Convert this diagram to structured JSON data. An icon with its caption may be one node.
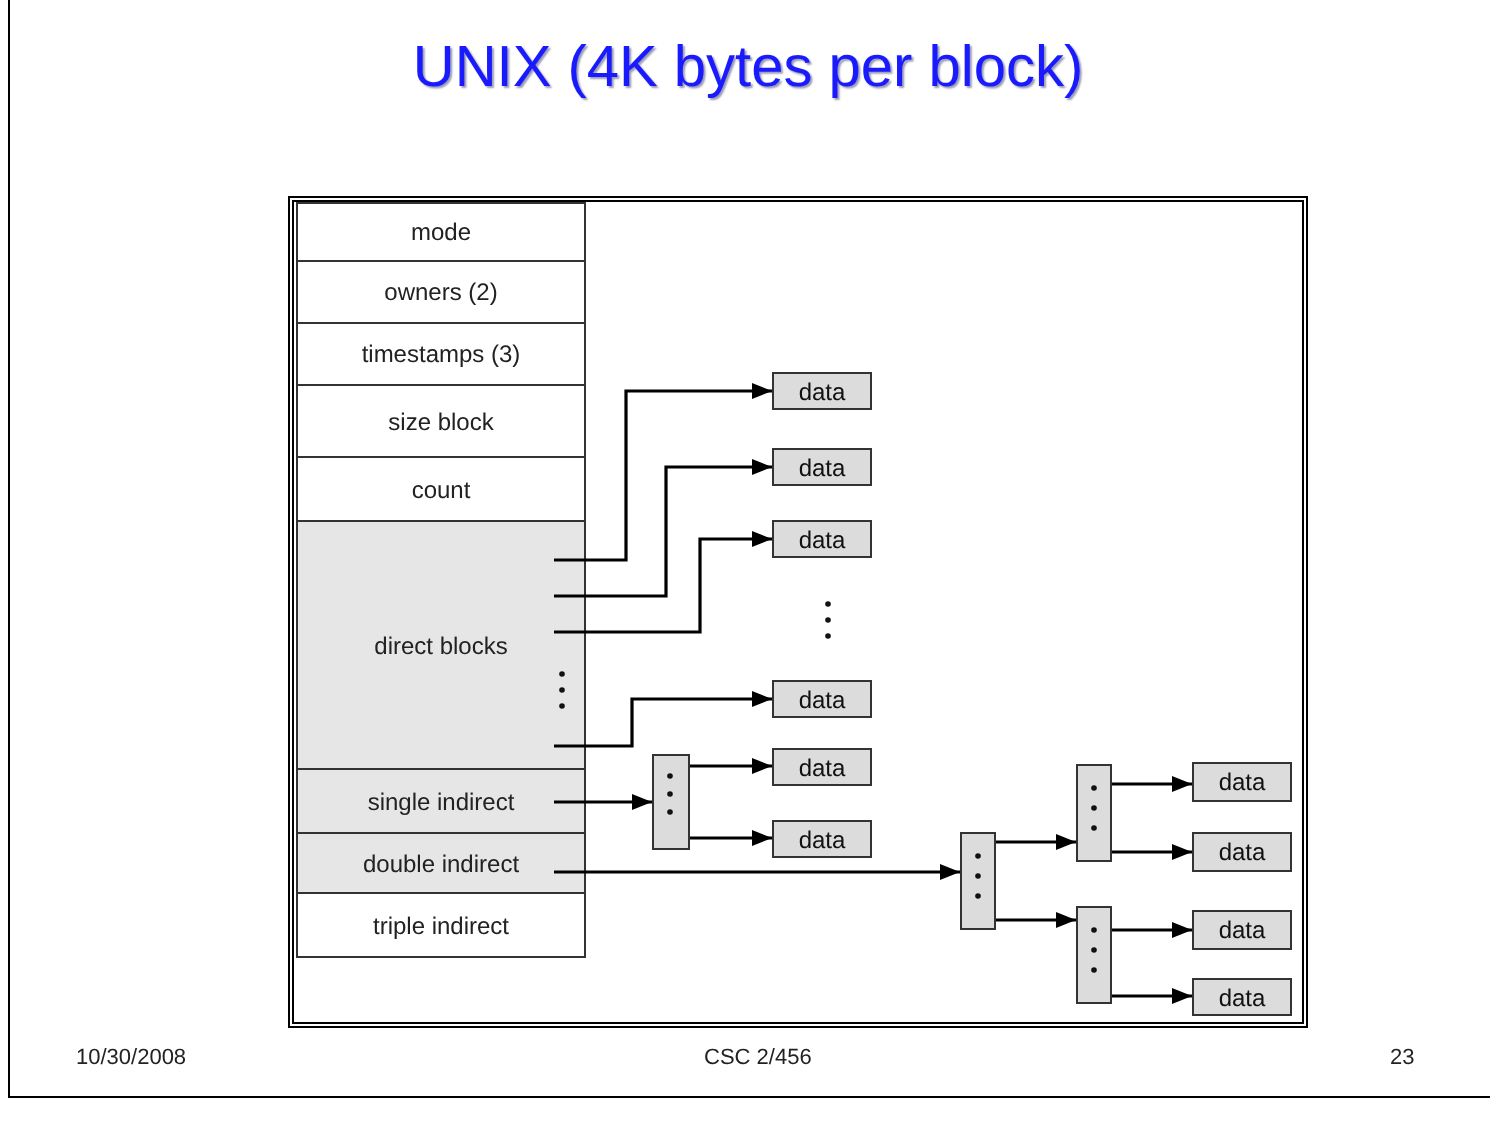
{
  "diagram": {
    "title": "UNIX (4K bytes per block)",
    "nodes": [
      {
        "text": [
          "mode"
        ]
      },
      {
        "text": [
          "owners (2)"
        ]
      },
      {
        "text": [
          "timestamps (3)"
        ]
      },
      {
        "text": [
          "size block"
        ]
      },
      {
        "text": [
          "count"
        ]
      },
      {
        "text": [
          "direct blocks"
        ]
      },
      {
        "text": [
          "single indirect"
        ]
      },
      {
        "text": [
          "double indirect"
        ]
      },
      {
        "text": [
          "triple indirect"
        ]
      },
      {
        "text": [
          "data"
        ]
      },
      {
        "text": [
          "data"
        ]
      },
      {
        "text": [
          "data"
        ]
      },
      {
        "text": [
          "data"
        ]
      },
      {
        "text": [],
        "shape": "box"
      },
      {
        "text": [
          "data"
        ]
      },
      {
        "text": [
          "data"
        ]
      },
      {
        "text": [],
        "shape": "box"
      },
      {
        "text": [],
        "shape": "box"
      },
      {
        "text": [],
        "shape": "box"
      },
      {
        "text": [
          "data"
        ]
      },
      {
        "text": [
          "data"
        ]
      },
      {
        "text": [
          "data"
        ]
      },
      {
        "text": [
          "data"
        ]
      }
    ],
    "edges": [
      {
        "from": 5,
        "to": 9,
        "arrow": "to"
      },
      {
        "from": 5,
        "to": 10,
        "arrow": "to"
      },
      {
        "from": 5,
        "to": 11,
        "arrow": "to"
      },
      {
        "from": 5,
        "to": 12,
        "arrow": "to"
      },
      {
        "from": 6,
        "to": 13,
        "arrow": "to"
      },
      {
        "from": 13,
        "to": 14,
        "arrow": "to"
      },
      {
        "from": 13,
        "to": 15,
        "arrow": "to"
      },
      {
        "from": 7,
        "to": 16,
        "arrow": "to"
      },
      {
        "from": 16,
        "to": 17,
        "arrow": "to"
      },
      {
        "from": 16,
        "to": 18,
        "arrow": "to"
      },
      {
        "from": 17,
        "to": 19,
        "arrow": "to"
      },
      {
        "from": 17,
        "to": 20,
        "arrow": "to"
      },
      {
        "from": 18,
        "to": 21,
        "arrow": "to"
      },
      {
        "from": 18,
        "to": 22,
        "arrow": "to"
      }
    ],
    "labels": [
      "10/30/2008",
      "CSC 2/456",
      "23"
    ]
  }
}
